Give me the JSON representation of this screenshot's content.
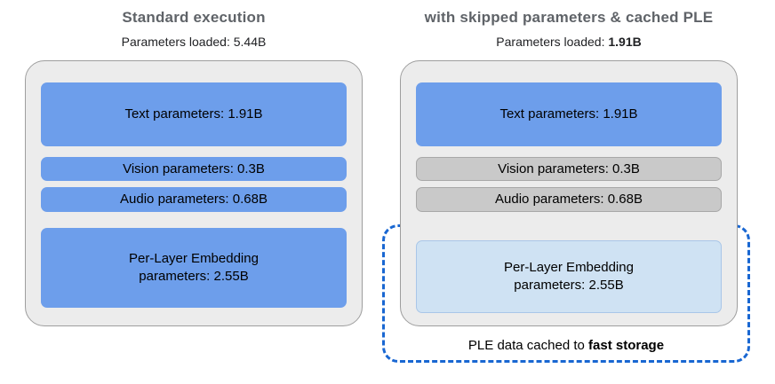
{
  "panels": {
    "left": {
      "title": "Standard execution",
      "subtitle_label": "Parameters loaded: ",
      "subtitle_value": "5.44B",
      "boxes": {
        "text": "Text parameters: 1.91B",
        "vision": "Vision parameters: 0.3B",
        "audio": "Audio parameters: 0.68B",
        "ple": "Per-Layer Embedding parameters: 2.55B"
      }
    },
    "right": {
      "title": "with skipped parameters & cached PLE",
      "subtitle_label": "Parameters loaded: ",
      "subtitle_value": "1.91B",
      "boxes": {
        "text": "Text parameters: 1.91B",
        "vision": "Vision parameters: 0.3B",
        "audio": "Audio parameters: 0.68B",
        "ple": "Per-Layer Embedding parameters: 2.55B"
      },
      "caption_prefix": "PLE data cached to ",
      "caption_bold": "fast storage"
    }
  },
  "colors": {
    "active_blue": "#6d9eeb",
    "skipped_gray": "#c9c9c9",
    "cached_light_blue": "#cfe2f3",
    "container_gray": "#ececec",
    "dashed_border_blue": "#1967d2",
    "title_gray": "#5f6368"
  }
}
